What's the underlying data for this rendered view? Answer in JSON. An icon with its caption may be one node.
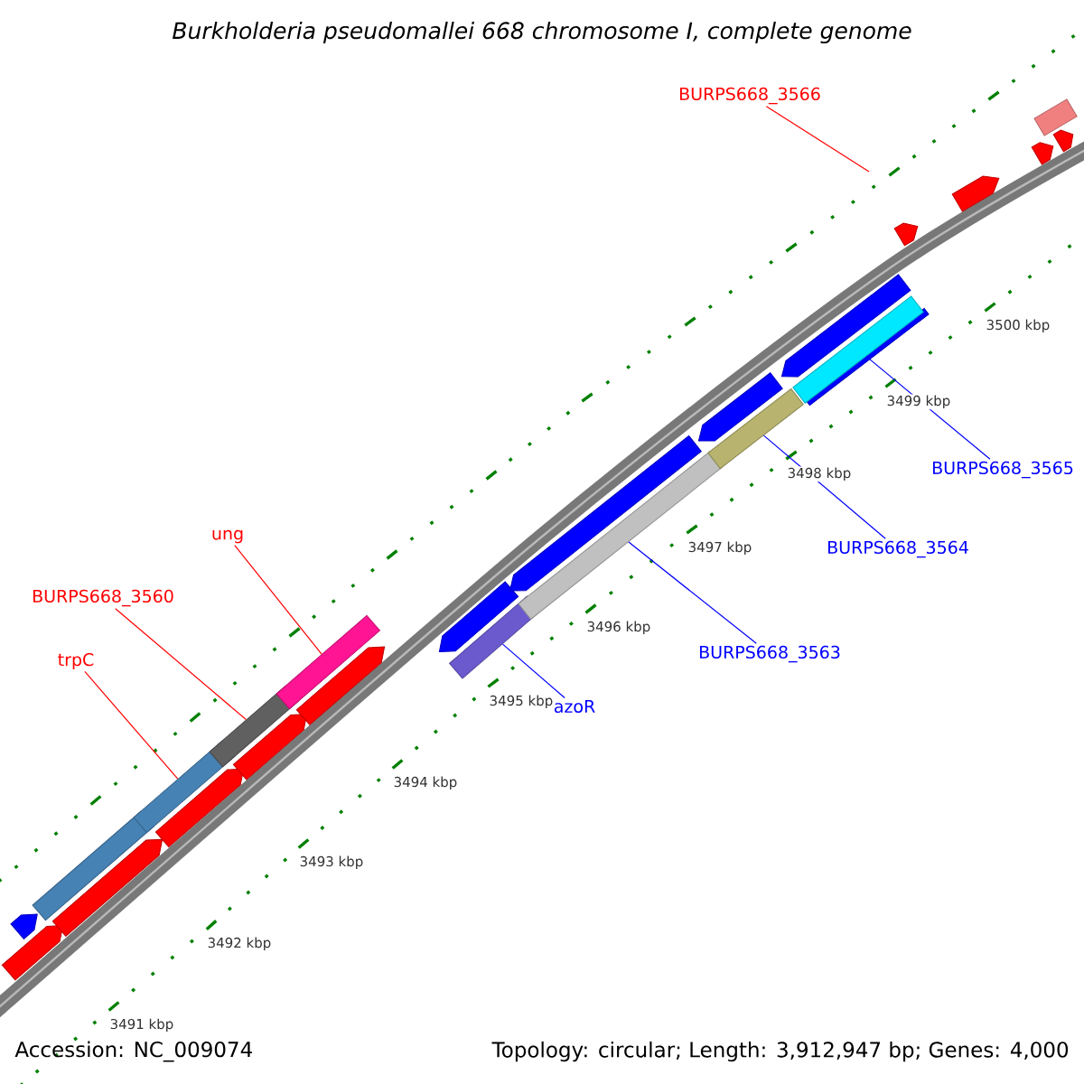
{
  "diagram": {
    "title": "Burkholderia pseudomallei 668 chromosome I, complete genome",
    "nodes": [
      {
        "text": [
          "BURPS668_3566"
        ]
      },
      {
        "text": [
          "BURPS668_3565"
        ]
      },
      {
        "text": [
          "BURPS668_3564"
        ]
      },
      {
        "text": [
          "ung"
        ]
      },
      {
        "text": [
          "BURPS668_3560"
        ]
      },
      {
        "text": [
          "BURPS668_3563"
        ]
      },
      {
        "text": [
          "trpC"
        ]
      },
      {
        "text": [
          "azoR"
        ]
      },
      {
        "text": [],
        "shape": "bar"
      },
      {
        "text": [],
        "shape": "bar"
      },
      {
        "text": [],
        "shape": "bar"
      },
      {
        "text": [],
        "shape": "bar"
      },
      {
        "text": [],
        "shape": "bar"
      },
      {
        "text": [],
        "shape": "bar"
      },
      {
        "text": [],
        "shape": "bar"
      }
    ],
    "edges": [
      {
        "from": 0,
        "to": null,
        "arrow": "none",
        "color": "#ff0000"
      },
      {
        "from": 1,
        "to": 14,
        "arrow": "none",
        "color": "#0000ff"
      },
      {
        "from": 2,
        "to": 13,
        "arrow": "none",
        "color": "#0000ff"
      },
      {
        "from": 3,
        "to": 10,
        "arrow": "none",
        "color": "#ff0000"
      },
      {
        "from": 4,
        "to": 9,
        "arrow": "none",
        "color": "#ff0000"
      },
      {
        "from": 5,
        "to": 12,
        "arrow": "none",
        "color": "#0000ff"
      },
      {
        "from": 6,
        "to": 8,
        "arrow": "none",
        "color": "#ff0000"
      },
      {
        "from": 7,
        "to": 11,
        "arrow": "none",
        "color": "#0000ff"
      }
    ],
    "labels": [
      "3500 kbp",
      "3499 kbp",
      "3498 kbp",
      "3497 kbp",
      "3496 kbp",
      "3495 kbp",
      "3494 kbp",
      "3493 kbp",
      "3492 kbp",
      "3491 kbp",
      "Accession: NC_009074",
      "Topology: circular; Length: 3,912,947 bp; Genes: 4,000"
    ]
  }
}
